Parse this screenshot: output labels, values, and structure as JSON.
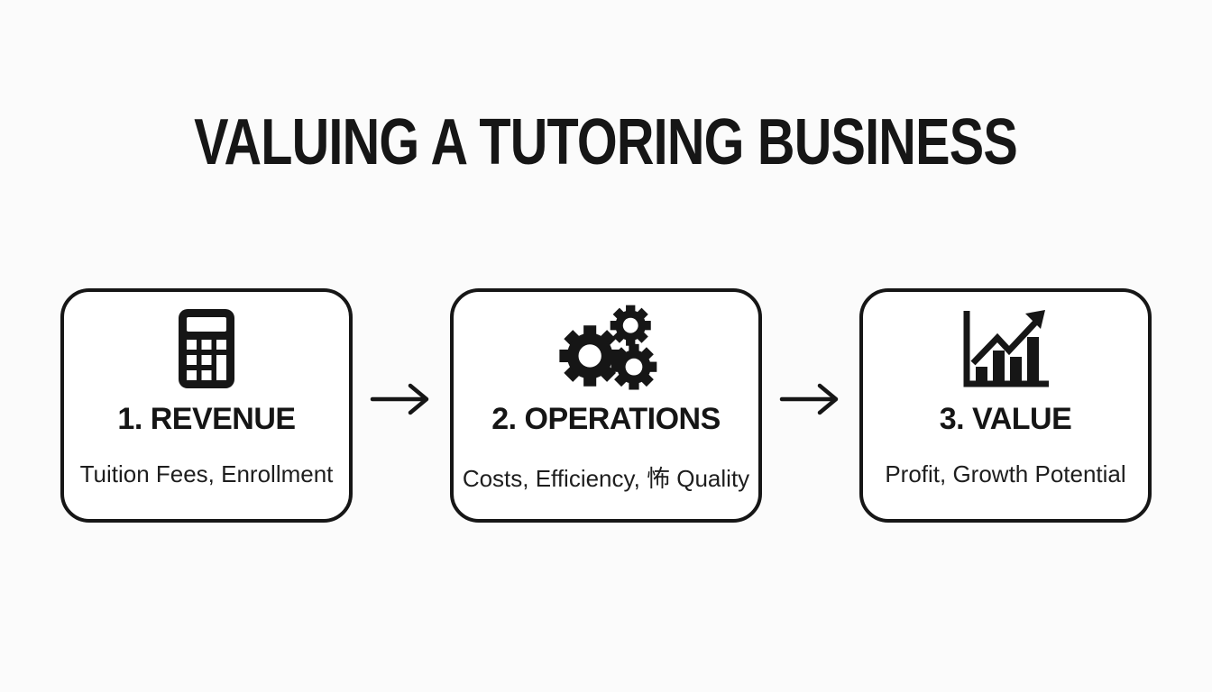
{
  "title": "VALUING A TUTORING BUSINESS",
  "steps": [
    {
      "id": "revenue",
      "icon": "calculator-icon",
      "heading": "1. REVENUE",
      "subtext": "Tuition Fees, Enrollment"
    },
    {
      "id": "operations",
      "icon": "gears-icon",
      "heading": "2. OPERATIONS",
      "subtext": "Costs, Efficiency, 怖 Quality"
    },
    {
      "id": "value",
      "icon": "bar-chart-growth-icon",
      "heading": "3. VALUE",
      "subtext": "Profit, Growth Potential"
    }
  ],
  "connectors": [
    {
      "icon": "right-arrow-icon"
    },
    {
      "icon": "right-arrow-icon"
    }
  ],
  "colors": {
    "background": "#fbfbfb",
    "box_fill": "#ffffff",
    "ink": "#151515"
  }
}
